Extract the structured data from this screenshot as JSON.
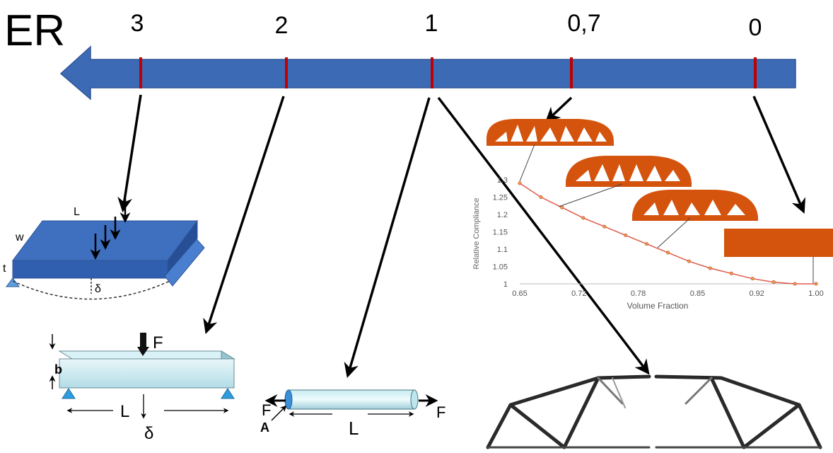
{
  "title": "ER",
  "scale": {
    "ticks": [
      {
        "label": "3"
      },
      {
        "label": "2"
      },
      {
        "label": "1"
      },
      {
        "label": "0,7"
      },
      {
        "label": "0"
      }
    ]
  },
  "plate_figure": {
    "length_label": "L",
    "width_label": "w",
    "thickness_label": "t",
    "deflection_label": "δ"
  },
  "beam_figure": {
    "force_label": "F",
    "depth_label": "b",
    "length_label": "L",
    "deflection_label": "δ"
  },
  "rod_figure": {
    "force_left_label": "F",
    "force_right_label": "F",
    "area_label": "A",
    "length_label": "L"
  },
  "compliance_chart": {
    "ylabel": "Relative Compliance",
    "xlabel": "Volume Fraction",
    "chart_data": {
      "type": "line",
      "xlabel": "Volume Fraction",
      "ylabel": "Relative Compliance",
      "x_tick_labels": [
        "0.65",
        "0.72",
        "0.78",
        "0.85",
        "0.92",
        "1.00"
      ],
      "y_tick_labels": [
        "1",
        "1.05",
        "1.1",
        "1.15",
        "1.2",
        "1.25",
        "1.3"
      ],
      "xlim": [
        0.65,
        1.0
      ],
      "ylim": [
        1.0,
        1.3
      ],
      "series": [
        {
          "x": [
            0.65,
            0.675,
            0.7,
            0.725,
            0.75,
            0.775,
            0.8,
            0.825,
            0.85,
            0.875,
            0.9,
            0.925,
            0.95,
            0.975,
            1.0
          ],
          "y": [
            1.29,
            1.25,
            1.22,
            1.19,
            1.165,
            1.14,
            1.115,
            1.09,
            1.065,
            1.045,
            1.03,
            1.015,
            1.005,
            1.0,
            1.0
          ],
          "color": "#e05a4a"
        }
      ]
    },
    "shape_color": "#d4530d"
  }
}
